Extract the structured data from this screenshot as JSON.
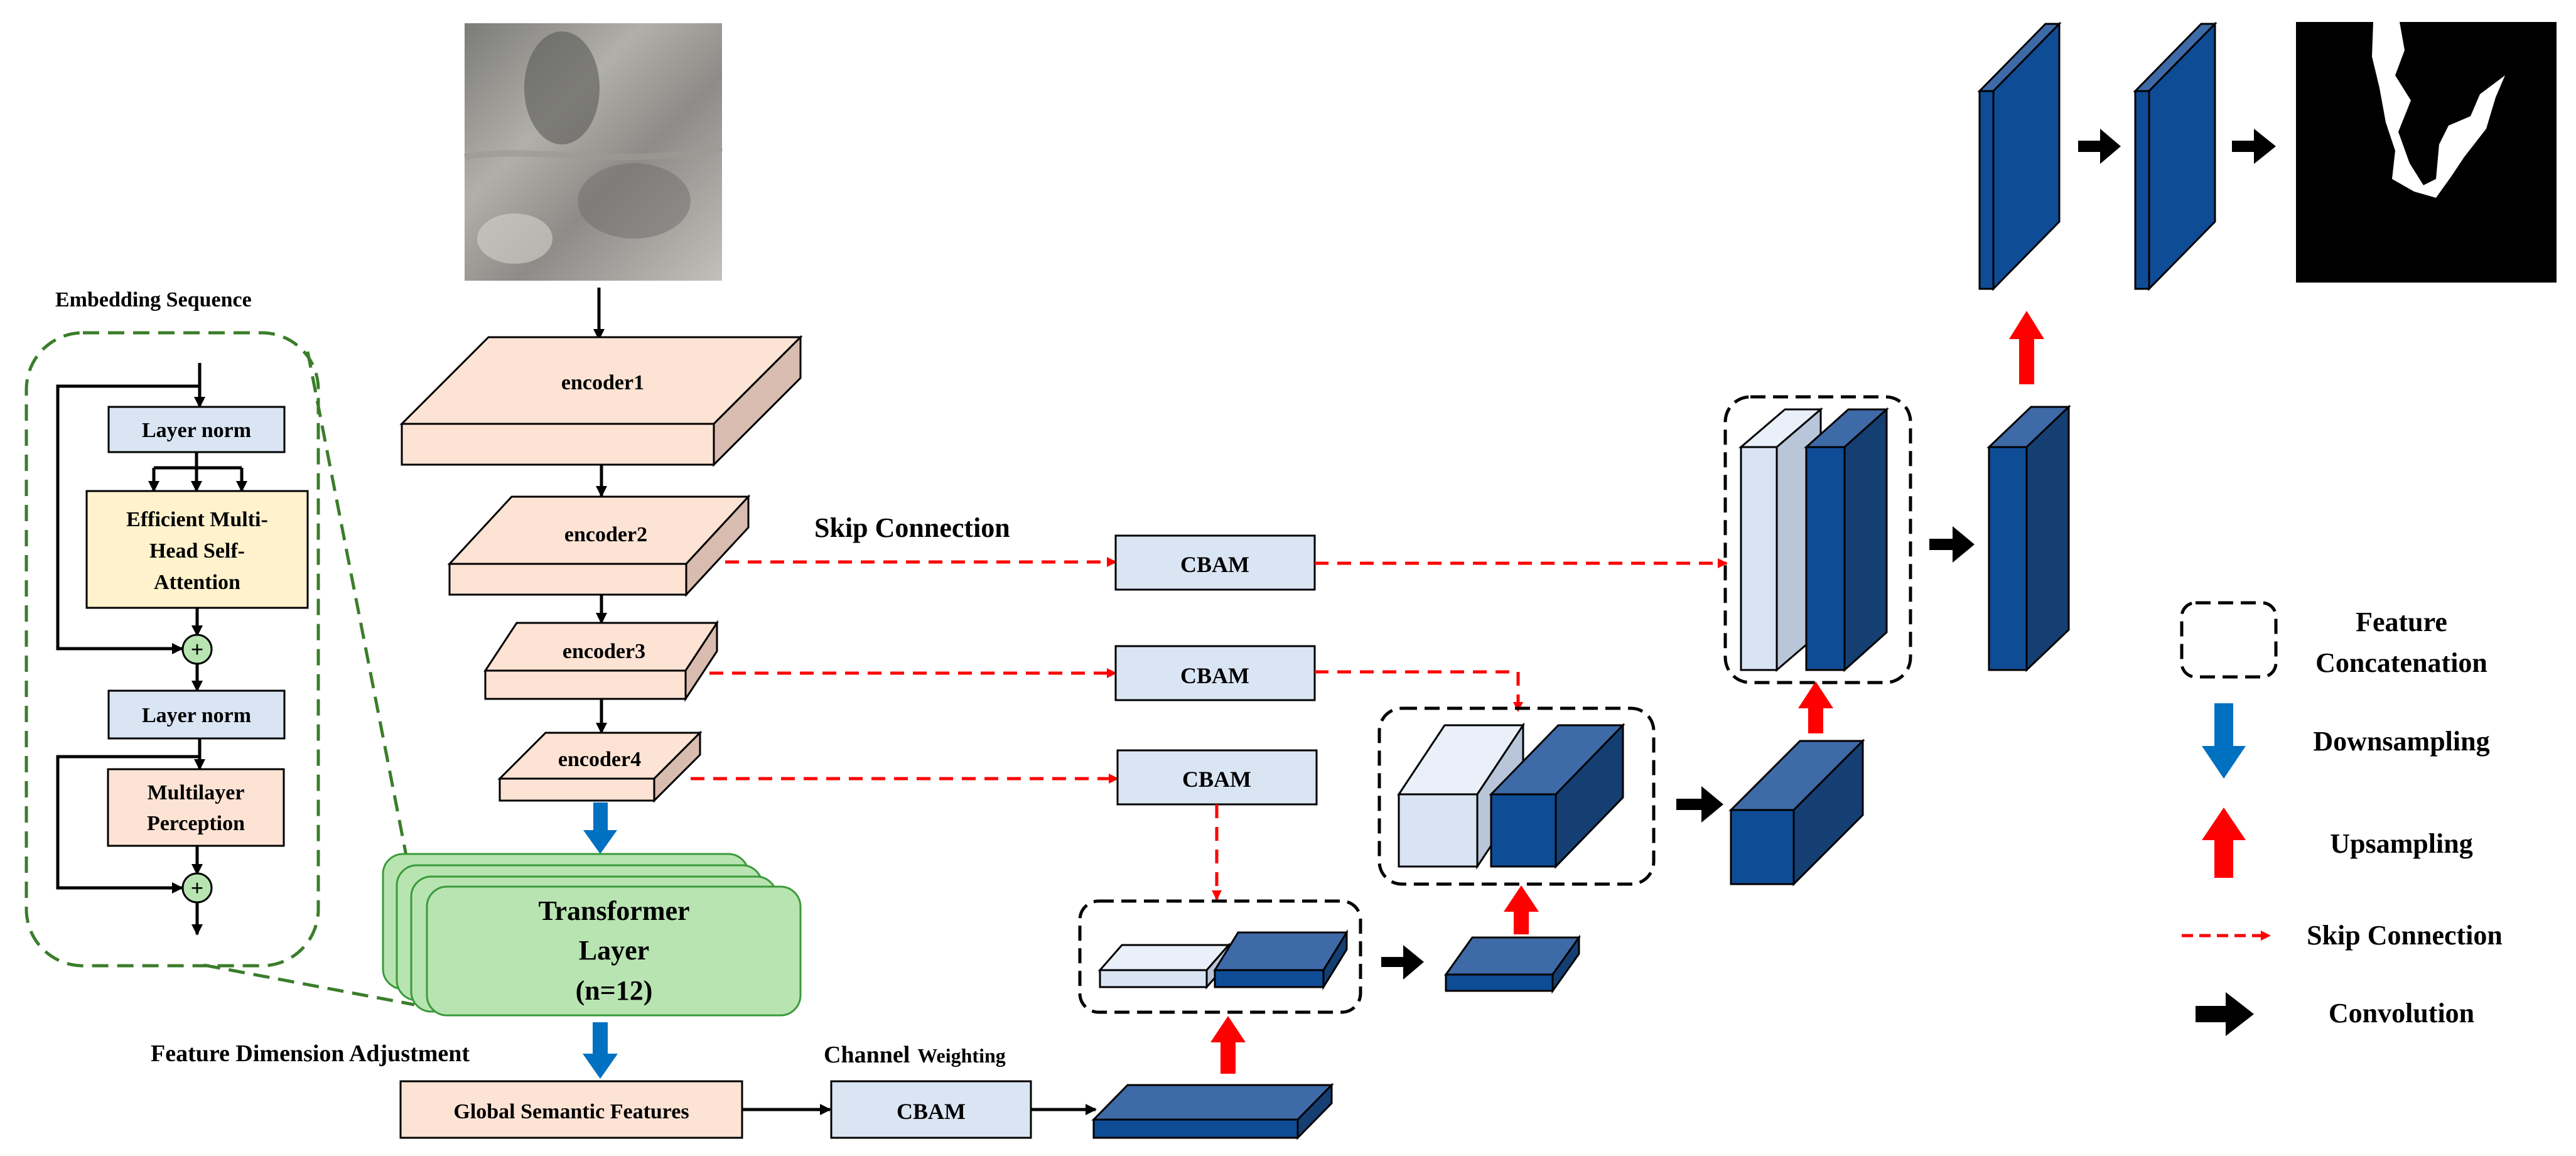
{
  "panel": {
    "title": "Embedding Sequence",
    "layer_norm_1": "Layer norm",
    "attention": [
      "Efficient Multi-",
      "Head Self-",
      "Attention"
    ],
    "layer_norm_2": "Layer norm",
    "mlp": [
      "Multilayer",
      "Perception"
    ],
    "plus": "+"
  },
  "encoders": [
    "encoder1",
    "encoder2",
    "encoder3",
    "encoder4"
  ],
  "transformer": [
    "Transformer",
    "Layer",
    "(n=12)"
  ],
  "labels": {
    "skip_connection": "Skip Connection",
    "feature_dimension": "Feature Dimension Adjustment",
    "channel": "Channel",
    "weighting": "Weighting",
    "global_features": "Global Semantic Features"
  },
  "cbam": [
    "CBAM",
    "CBAM",
    "CBAM",
    "CBAM"
  ],
  "legend": {
    "concat": [
      "Feature",
      "Concatenation"
    ],
    "downsampling": "Downsampling",
    "upsampling": "Upsampling",
    "skip": "Skip Connection",
    "convolution": "Convolution"
  },
  "colors": {
    "encoder_face": "#fde3d4",
    "encoder_side": "#d9bcb0",
    "cbam_fill": "#dae5f4",
    "attention_fill": "#fff2cc",
    "transformer_fill": "#b8e4b2",
    "dark_blue": "#0f4c96",
    "mid_blue": "#3f6aa8",
    "light_blue": "#d9e4f3",
    "skip_red": "#ff0000",
    "down_blue": "#0070c0",
    "dashed_green": "#3a7d2a"
  }
}
